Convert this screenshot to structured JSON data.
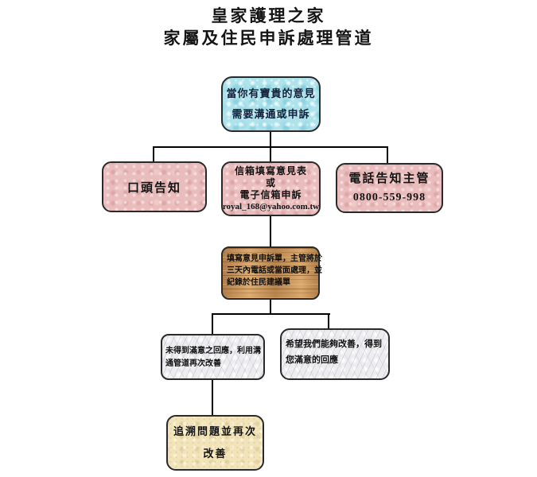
{
  "title": {
    "line1": "皇家護理之家",
    "line2": "家屬及住民申訴處理管道"
  },
  "flowchart": {
    "start": {
      "line1": "當你有寶貴的意見",
      "line2": "需要溝通或申訴"
    },
    "channels": {
      "verbal": {
        "label": "口頭告知"
      },
      "mailbox": {
        "line1": "信箱填寫意見表",
        "line2": "或",
        "line3": "電子信箱申訴",
        "email": "royal_168@yahoo.com.tw"
      },
      "phone": {
        "label": "電話告知主管",
        "number": "0800-559-998"
      }
    },
    "process": {
      "line1": "填寫意見申訴單，主管將於",
      "line2": "三天內電話或當面處理，並",
      "line3": "紀錄於住民建議單"
    },
    "outcomes": {
      "unsatisfied": {
        "line1": "未得到滿意之回應，利用溝",
        "line2": "通管道再次改善"
      },
      "satisfied": {
        "line1": "希望我們能夠改善，得到",
        "line2": "您滿意的回應"
      }
    },
    "followup": {
      "line1": "追溯問題並再次",
      "line2": "改善"
    }
  },
  "colors": {
    "start_fill": "#aee3ec",
    "channel_fill": "#e9bdbd",
    "process_fill": "#cf9a5e",
    "outcome_fill": "#ededf0",
    "followup_fill": "#f2e4ba",
    "connector": "#000000",
    "border": "#2a2a2a",
    "text": "#141414"
  }
}
